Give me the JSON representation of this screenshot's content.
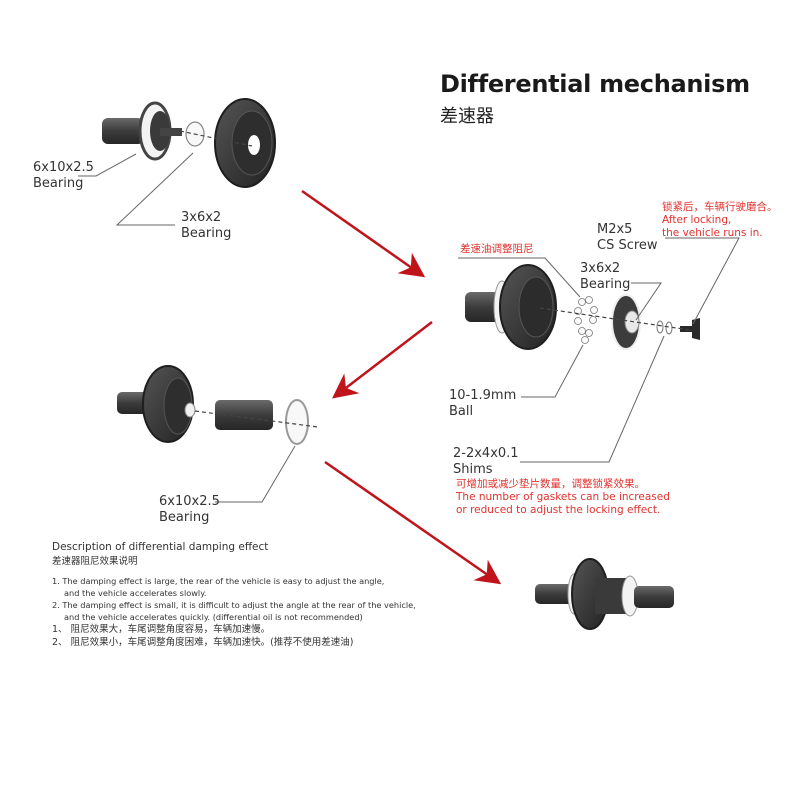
{
  "header": {
    "title": "Differential mechanism",
    "subtitle": "差速器"
  },
  "stage1": {
    "labels": [
      {
        "spec": "6x10x2.5",
        "part": "Bearing"
      },
      {
        "spec": "3x6x2",
        "part": "Bearing"
      }
    ]
  },
  "stage2": {
    "labels": [
      {
        "spec": "M2x5",
        "part": "CS Screw"
      },
      {
        "spec": "3x6x2",
        "part": "Bearing"
      },
      {
        "spec": "10-1.9mm",
        "part": "Ball"
      },
      {
        "spec": "2-2x4x0.1",
        "part": "Shims"
      }
    ],
    "notes": {
      "oil_cn": "差速油调整阻尼",
      "locking_cn": "锁紧后，车辆行驶磨合。",
      "locking_en_1": "After locking,",
      "locking_en_2": "the vehicle runs in.",
      "shims_cn": "可增加或减少垫片数量，调整锁紧效果。",
      "shims_en_1": "The number of gaskets can be increased",
      "shims_en_2": "or reduced to adjust the locking effect."
    }
  },
  "stage3": {
    "labels": [
      {
        "spec": "6x10x2.5",
        "part": "Bearing"
      }
    ]
  },
  "description": {
    "title": "Description of differential damping effect",
    "title_cn": "差速器阻尼效果说明",
    "items_en": [
      "1. The damping effect is large, the rear of the vehicle is easy to adjust the angle,",
      "    and the vehicle accelerates slowly.",
      "2. The damping effect is small, it is difficult to adjust the angle at the rear of the vehicle,",
      "    and the vehicle accelerates quickly. (differential oil is not recommended)"
    ],
    "items_cn": [
      "1、 阻尼效果大，车尾调整角度容易，车辆加速慢。",
      "2、 阻尼效果小，车尾调整角度困难，车辆加速快。(推荐不使用差速油)"
    ]
  },
  "colors": {
    "arrow": "#c0141b",
    "note_text": "#e0332f",
    "part_dark": "#3a3a3a",
    "part_mid": "#555555",
    "leader": "#555555"
  }
}
